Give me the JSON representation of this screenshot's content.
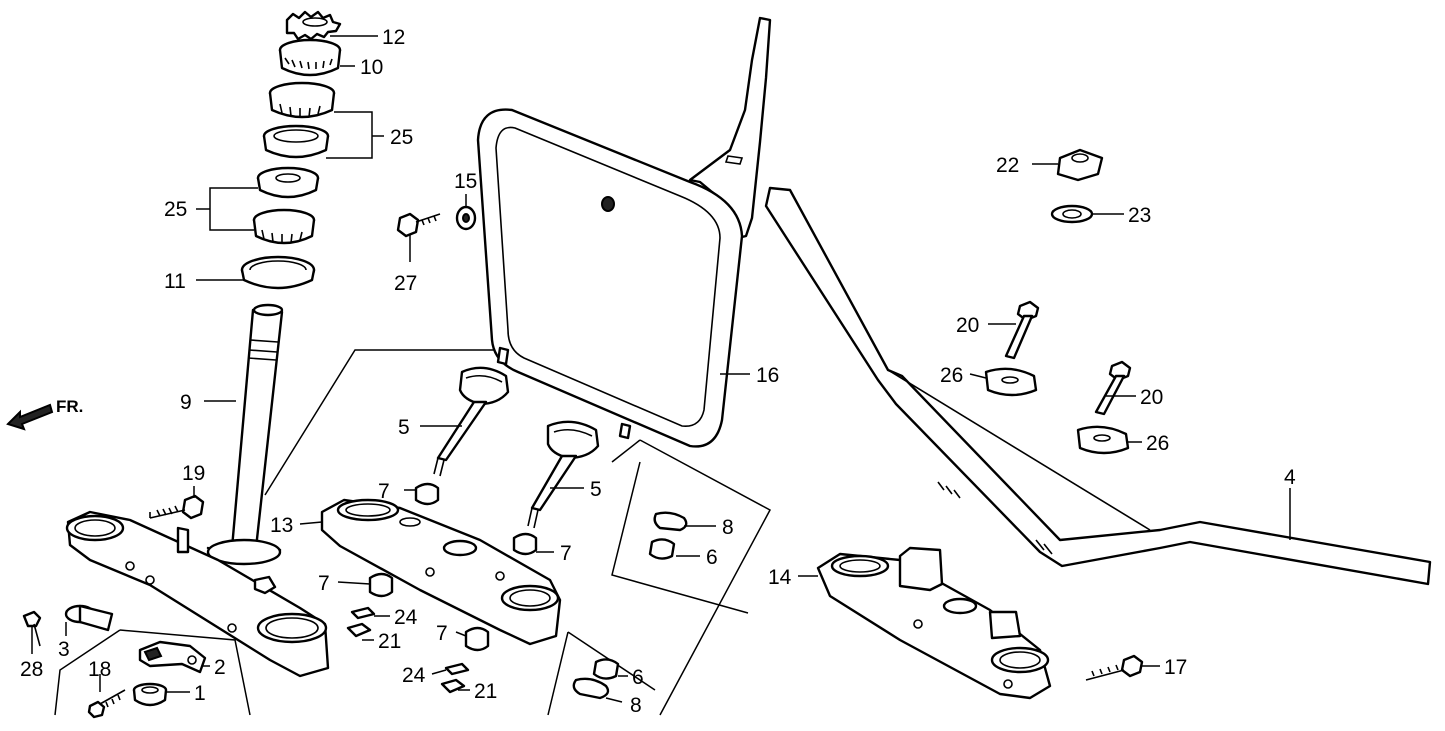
{
  "direction_label": "FR.",
  "labels": {
    "l12": "12",
    "l10": "10",
    "l25a": "25",
    "l25b": "25",
    "l11": "11",
    "l9": "9",
    "l19": "19",
    "l27": "27",
    "l15": "15",
    "l16": "16",
    "l5a": "5",
    "l5b": "5",
    "l7a": "7",
    "l7b": "7",
    "l7c": "7",
    "l7d": "7",
    "l13": "13",
    "l24a": "24",
    "l24b": "24",
    "l21a": "21",
    "l21b": "21",
    "l8a": "8",
    "l8b": "8",
    "l6a": "6",
    "l6b": "6",
    "l3": "3",
    "l28": "28",
    "l18": "18",
    "l2": "2",
    "l1": "1",
    "l22": "22",
    "l23": "23",
    "l20a": "20",
    "l20b": "20",
    "l26a": "26",
    "l26b": "26",
    "l4": "4",
    "l14": "14",
    "l17": "17"
  }
}
